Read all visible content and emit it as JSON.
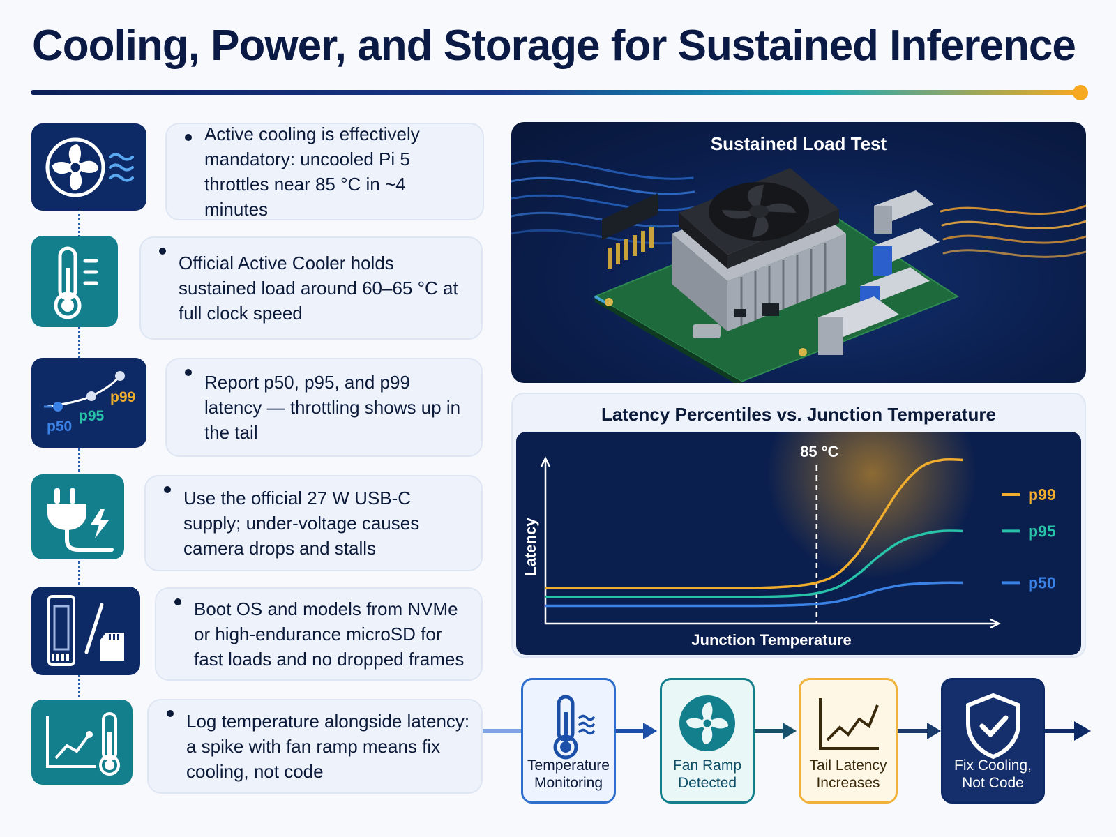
{
  "title": "Cooling, Power, and Storage for Sustained Inference",
  "colors": {
    "navy": "#0d2a66",
    "teal": "#137f8c",
    "accent_orange": "#f6a81e",
    "p99": "#f0ad2e",
    "p95": "#27c2a8",
    "p50": "#3b82e6"
  },
  "rows": [
    {
      "icon": "fan-icon",
      "text": "Active cooling is effectively mandatory: uncooled Pi 5 throttles near 85 °C in ~4 minutes"
    },
    {
      "icon": "thermometer-icon",
      "text": "Official Active Cooler holds sustained load around 60–65 °C at full clock speed"
    },
    {
      "icon": "latency-percentile-icon",
      "text": "Report p50, p95, and p99 latency — throttling shows up in the tail",
      "icon_labels": {
        "p50": "p50",
        "p95": "p95",
        "p99": "p99"
      }
    },
    {
      "icon": "power-plug-icon",
      "text": "Use the official 27 W USB-C supply; under-voltage causes camera drops and stalls"
    },
    {
      "icon": "nvme-microsd-icon",
      "text": "Boot OS and models from NVMe or high-endurance microSD for fast loads and no dropped frames"
    },
    {
      "icon": "chart-thermometer-icon",
      "text": "Log temperature alongside latency: a spike with fan ramp means fix cooling, not code"
    }
  ],
  "hardware_panel": {
    "title": "Sustained Load Test",
    "image": "raspberry-pi-with-active-cooler"
  },
  "chart_data": {
    "type": "line",
    "title": "Latency Percentiles vs. Junction Temperature",
    "xlabel": "Junction Temperature",
    "ylabel": "Latency",
    "x": [
      0,
      10,
      20,
      30,
      40,
      50,
      55,
      60,
      65,
      70,
      75,
      80,
      85,
      90,
      95,
      100
    ],
    "threshold": {
      "label": "85 °C",
      "x": 65
    },
    "series": [
      {
        "name": "p99",
        "values": [
          20,
          20,
          20,
          20,
          20,
          20,
          20.4,
          21.2,
          23,
          28,
          40,
          58,
          76,
          88,
          92,
          92
        ]
      },
      {
        "name": "p95",
        "values": [
          15,
          15,
          15,
          15,
          15,
          15,
          15.2,
          15.7,
          17,
          20.5,
          28,
          38,
          46,
          50,
          52,
          52
        ]
      },
      {
        "name": "p50",
        "values": [
          10,
          10,
          10,
          10,
          10,
          10,
          10.1,
          10.4,
          11,
          12.5,
          15.5,
          19,
          21.5,
          22.5,
          23,
          23
        ]
      }
    ],
    "xlim": [
      0,
      110
    ],
    "ylim": [
      0,
      100
    ],
    "grid": false,
    "legend": "right"
  },
  "flow": [
    {
      "label": "Temperature Monitoring",
      "icon": "thermometer-icon",
      "border": "#2e6fce",
      "bg": "#eef4ff",
      "text_color": "#0c1a3a"
    },
    {
      "label": "Fan Ramp Detected",
      "icon": "fan-icon",
      "border": "#137f8c",
      "bg": "#eaf7f7",
      "text_color": "#0d4d66"
    },
    {
      "label": "Tail Latency Increases",
      "icon": "rising-line-chart-icon",
      "border": "#f0b23a",
      "bg": "#fff7e6",
      "text_color": "#3a2a0c"
    },
    {
      "label": "Fix Cooling, Not Code",
      "icon": "shield-check-icon",
      "border": "#0d2a66",
      "bg": "#142f6b",
      "text_color": "#ffffff"
    }
  ]
}
